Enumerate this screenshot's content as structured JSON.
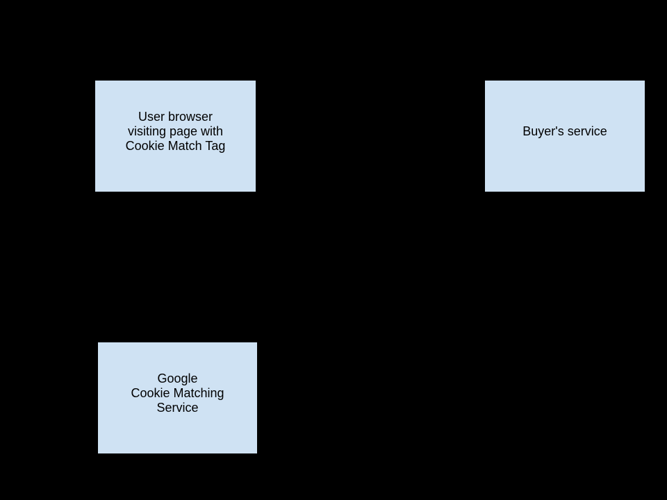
{
  "canvas": {
    "background_color": "#000000"
  },
  "diagram": {
    "node_fill_color": "#cfe2f3",
    "node_border_color": "#000000",
    "node_text_color": "#000000",
    "nodes": [
      {
        "id": "user-browser",
        "lines": [
          "User browser",
          "visiting page with",
          "Cookie Match Tag"
        ]
      },
      {
        "id": "buyers-service",
        "lines": [
          "Buyer's service"
        ]
      },
      {
        "id": "google-cookie-matching",
        "lines": [
          "Google",
          "Cookie Matching",
          "Service"
        ]
      }
    ]
  }
}
